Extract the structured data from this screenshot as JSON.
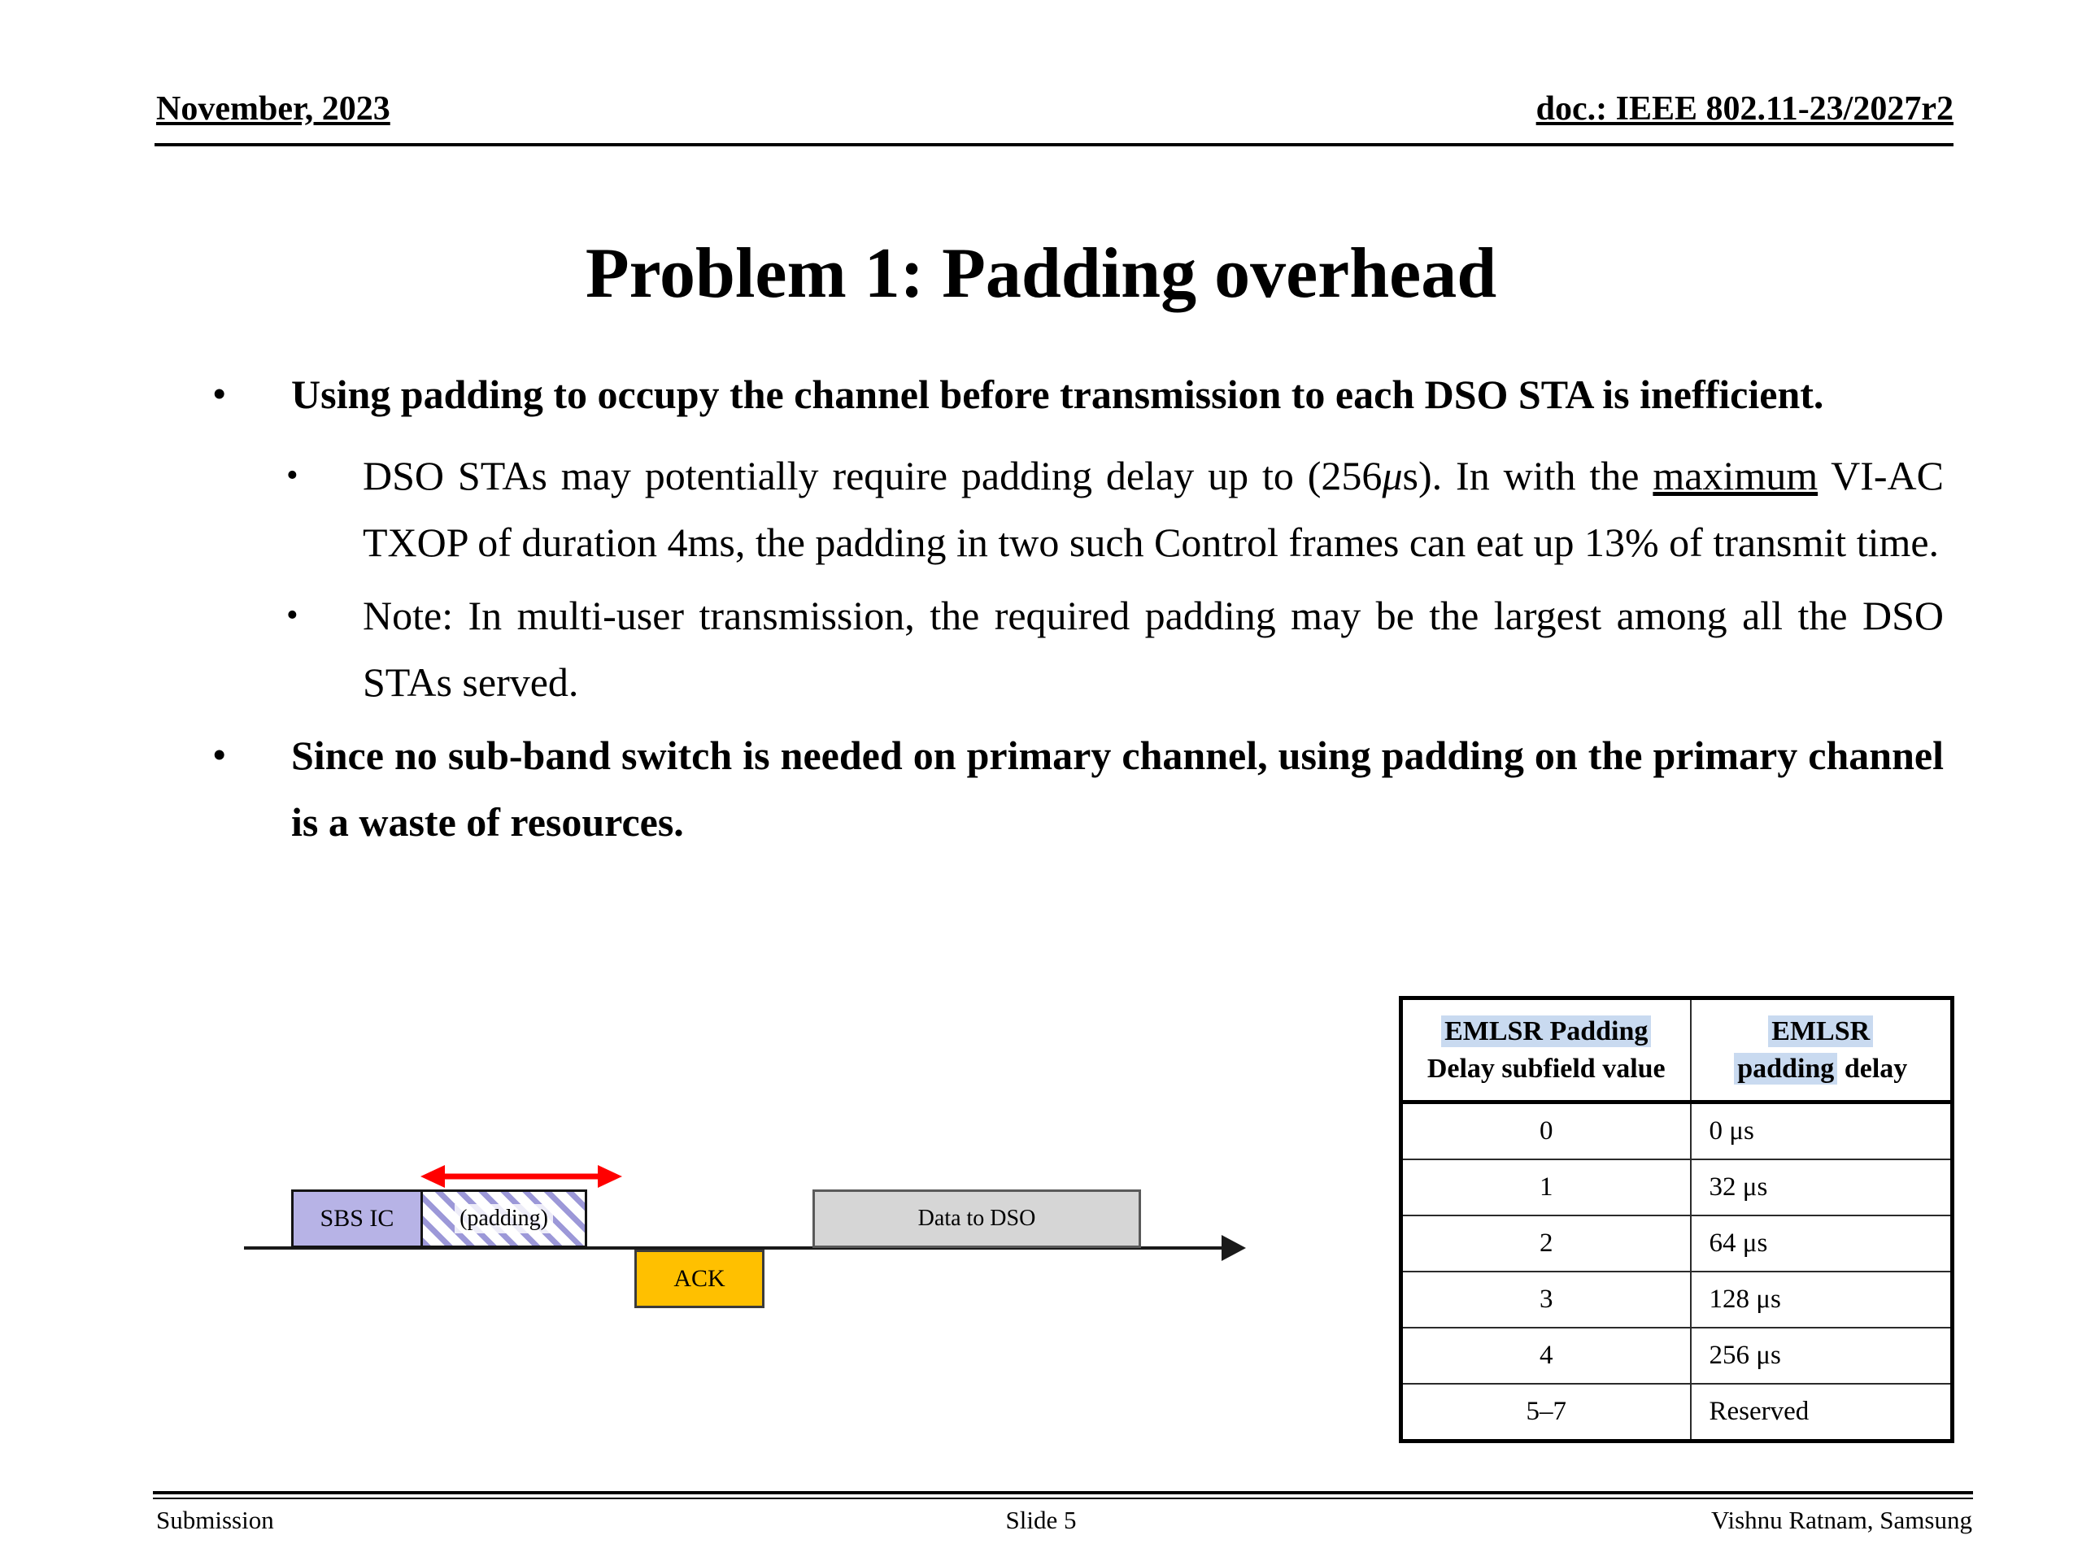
{
  "header": {
    "date": "November, 2023",
    "doc_id": "doc.: IEEE 802.11-23/2027r2"
  },
  "title": "Problem 1: Padding overhead",
  "glyphs": {
    "bullet": "•"
  },
  "bullets": {
    "b1": "Using padding to occupy the channel before transmission to each DSO STA is inefficient.",
    "b1_sub1": {
      "a": "DSO STAs may potentially require padding delay up to (256",
      "mu": "μ",
      "b": "s). In with the ",
      "u": "maximum",
      "c": " VI-AC TXOP of duration 4ms, the padding in two such Control frames can eat up 13% of transmit time."
    },
    "b1_sub2": "Note: In multi-user transmission, the required padding may be the largest among all the DSO STAs served.",
    "b2": "Since no sub-band switch is needed on primary channel, using padding on the primary channel is a waste of resources."
  },
  "diagram": {
    "sbs_label": "SBS IC",
    "padding_label": "(padding)",
    "ack_label": "ACK",
    "data_label": "Data to DSO",
    "colors": {
      "sbs_fill": "#b7b3e6",
      "padding_hatch": "#9c98d8",
      "ack_fill": "#ffc000",
      "data_fill": "#d6d6d6",
      "range_arrow": "#ff0000"
    }
  },
  "table": {
    "col1_header": {
      "line1": "EMLSR Padding",
      "line2": "Delay subfield value"
    },
    "col2_header": {
      "line1": "EMLSR",
      "line2_hl": "padding",
      "line2_rest": " delay"
    },
    "highlight_color": "#c9daf0",
    "rows": [
      [
        "0",
        "0 μs"
      ],
      [
        "1",
        "32 μs"
      ],
      [
        "2",
        "64 μs"
      ],
      [
        "3",
        "128 μs"
      ],
      [
        "4",
        "256 μs"
      ],
      [
        "5–7",
        "Reserved"
      ]
    ]
  },
  "footer": {
    "left": "Submission",
    "center": "Slide 5",
    "right": "Vishnu Ratnam, Samsung"
  }
}
